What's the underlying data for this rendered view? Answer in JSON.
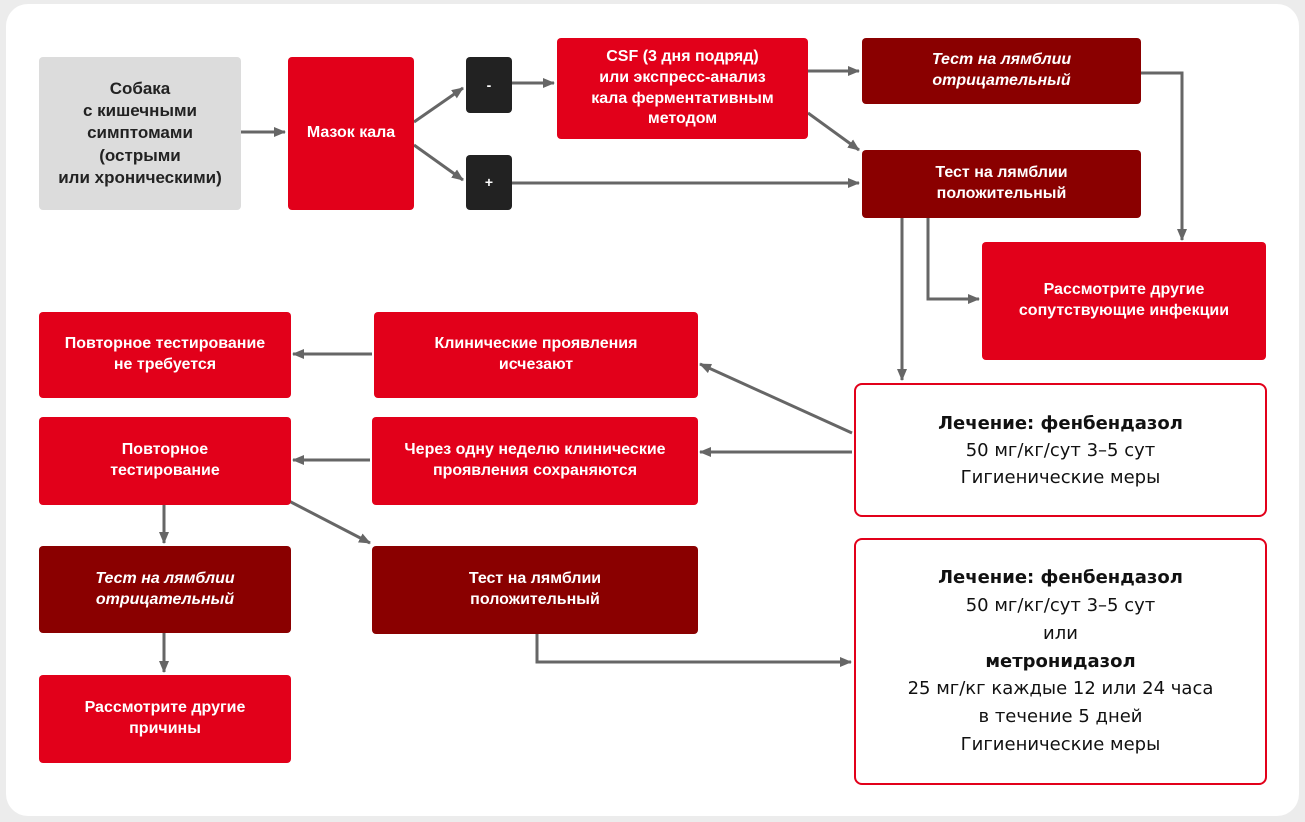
{
  "nodes": {
    "dog": "Собака\nс кишечными\nсимптомами\n(острыми\nили хроническими)",
    "smear": "Мазок кала",
    "neg_sign": "-",
    "pos_sign": "+",
    "csf": "CSF (3 дня подряд)\nили экспресс-анализ\nкала ферментативным\nметодом",
    "test_neg_top": "Тест на лямблии\nотрицательный",
    "test_pos_top": "Тест на лямблии\nположительный",
    "other_infections": "Рассмотрите другие\nсопутствующие инфекции",
    "no_retest": "Повторное тестирование\nне требуется",
    "clinical_gone": "Клинические проявления\nисчезают",
    "retest": "Повторное\nтестирование",
    "week_persist": "Через одну неделю клинические\nпроявления сохраняются",
    "test_neg_bottom": "Тест на лямблии\nотрицательный",
    "test_pos_bottom": "Тест на лямблии\nположительный",
    "other_causes": "Рассмотрите  другие\nпричины"
  },
  "treatment1": {
    "title": "Лечение: фенбендазол",
    "dose": "50 мг/кг/сут 3–5 сут",
    "hygiene": "Гигиенические меры"
  },
  "treatment2": {
    "title": "Лечение: фенбендазол",
    "dose": "50 мг/кг/сут 3–5 сут",
    "or": "или",
    "drug2": "метронидазол",
    "dose2": "25 мг/кг каждые 12 или 24 часа",
    "duration": "в течение 5 дней",
    "hygiene": "Гигиенические меры"
  },
  "colors": {
    "red": "#e2001a",
    "dark_red": "#8a0000",
    "gray": "#dcdcdc",
    "black": "#222222",
    "arrow": "#666666"
  }
}
